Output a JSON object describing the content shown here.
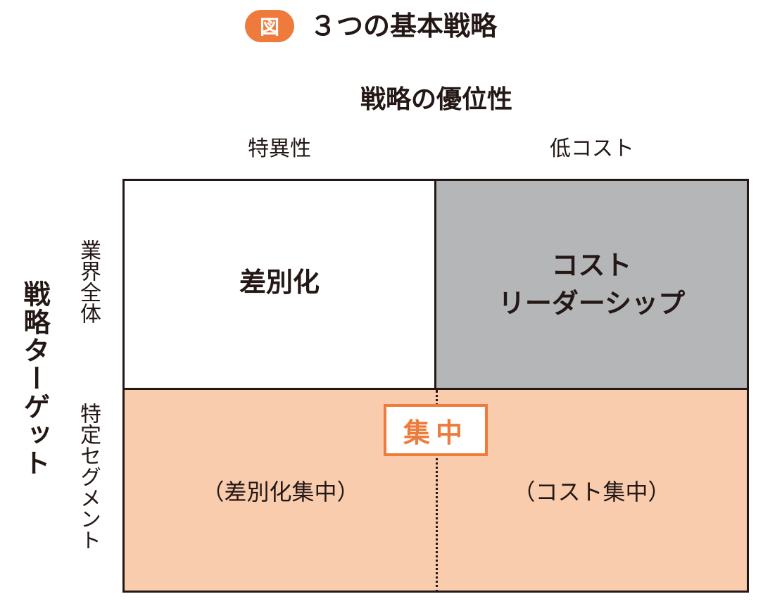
{
  "figure": {
    "badge": "図",
    "title": "３つの基本戦略"
  },
  "columns": {
    "axis_title": "戦略の優位性",
    "headers": [
      "特異性",
      "低コスト"
    ]
  },
  "rows": {
    "axis_title": "戦略ターゲット",
    "headers": [
      "業界全体",
      "特定セグメント"
    ]
  },
  "cells": {
    "differentiation": "差別化",
    "cost_leadership": [
      "コスト",
      "リーダーシップ"
    ],
    "focus_badge": "集中",
    "focus_differentiation": "（差別化集中）",
    "focus_cost": "（コスト集中）"
  },
  "colors": {
    "accent": "#ee7b3c",
    "cost_cell": "#b5b6b8",
    "focus_cell": "#f9ccad",
    "line": "#231815"
  }
}
